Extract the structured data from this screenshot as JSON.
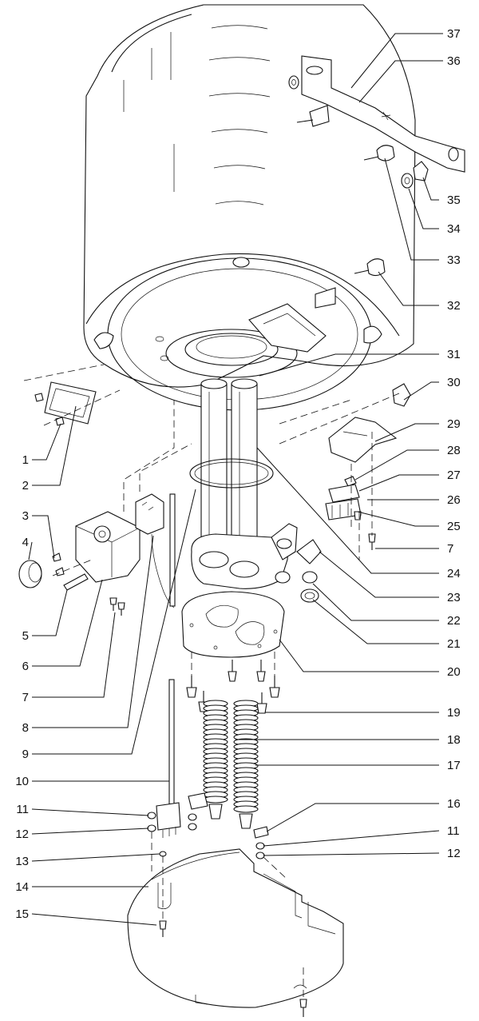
{
  "callouts_left": [
    "1",
    "2",
    "3",
    "4",
    "5",
    "6",
    "7",
    "8",
    "9",
    "10",
    "11",
    "12",
    "13",
    "14",
    "15"
  ],
  "callouts_right": [
    "37",
    "36",
    "35",
    "34",
    "33",
    "32",
    "31",
    "30",
    "29",
    "28",
    "27",
    "26",
    "25",
    "7",
    "24",
    "23",
    "22",
    "21",
    "20",
    "19",
    "18",
    "17",
    "16",
    "11",
    "12"
  ]
}
